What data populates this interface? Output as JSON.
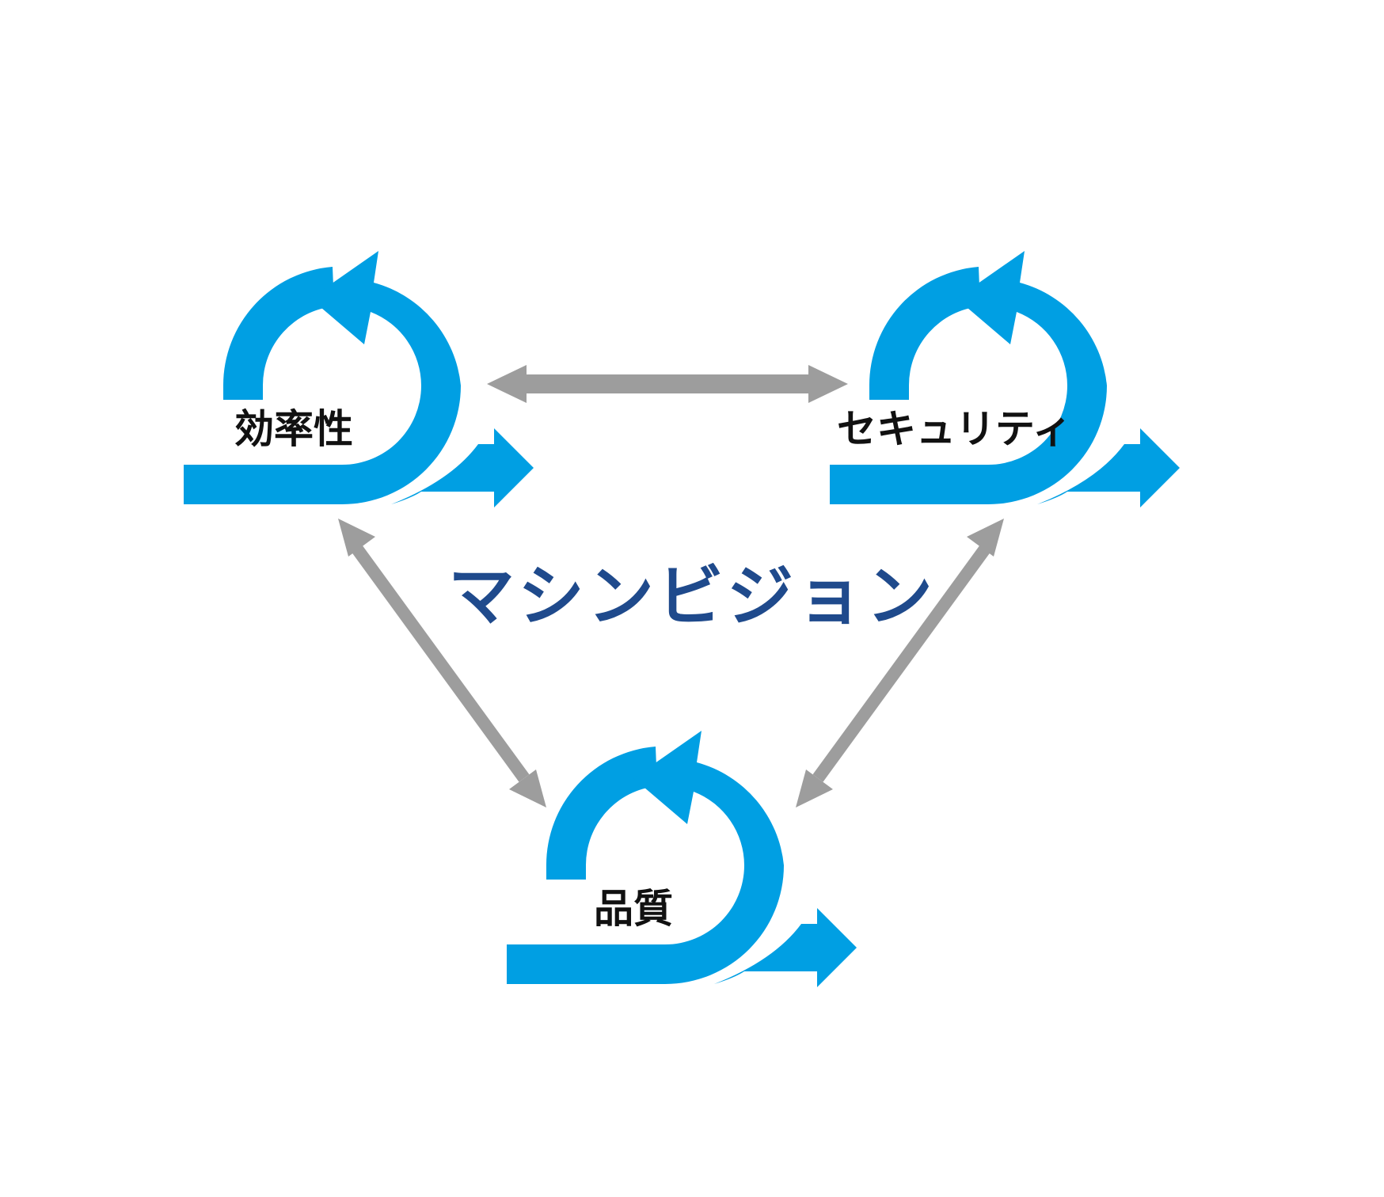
{
  "diagram": {
    "center_title": "マシンビジョン",
    "nodes": [
      {
        "id": "efficiency",
        "label": "効率性",
        "icon": "cycle-arrow-icon"
      },
      {
        "id": "security",
        "label": "セキュリティ",
        "icon": "cycle-arrow-icon"
      },
      {
        "id": "quality",
        "label": "品質",
        "icon": "cycle-arrow-icon"
      }
    ],
    "connections": [
      {
        "from": "efficiency",
        "to": "security",
        "type": "bidirectional"
      },
      {
        "from": "efficiency",
        "to": "quality",
        "type": "bidirectional"
      },
      {
        "from": "security",
        "to": "quality",
        "type": "bidirectional"
      }
    ]
  },
  "colors": {
    "cycle_icon": "#009fe3",
    "connector": "#9d9d9d",
    "title": "#1f4a8c",
    "label": "#111111",
    "background": "#ffffff"
  }
}
